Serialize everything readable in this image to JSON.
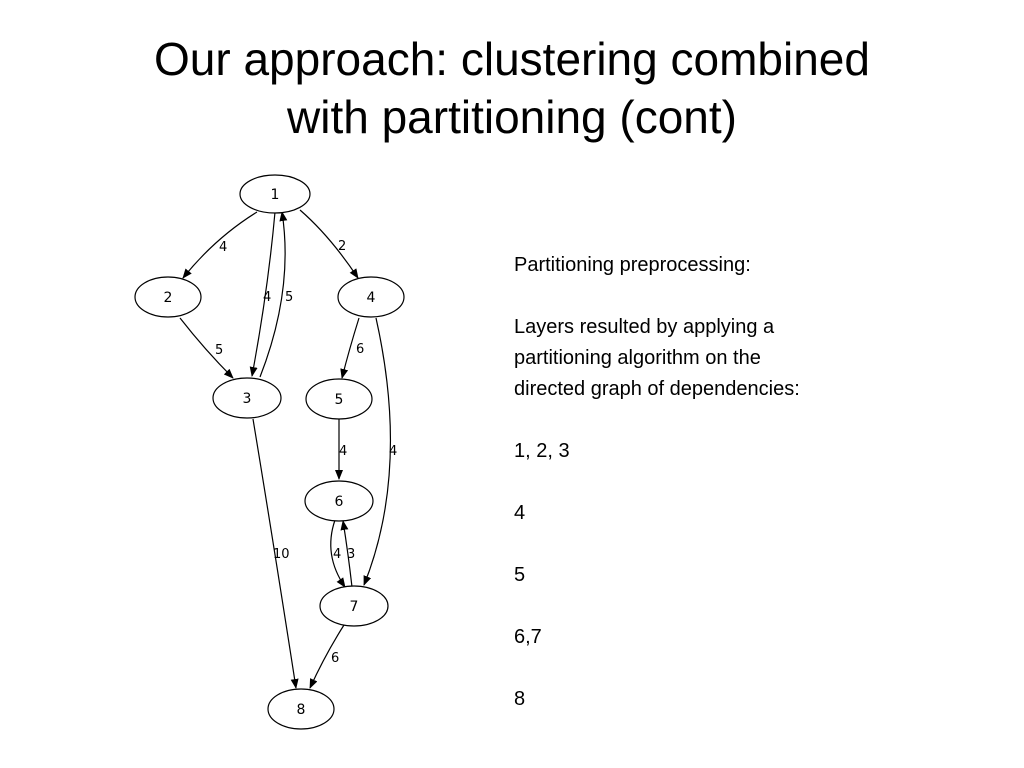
{
  "slide": {
    "title_line1": "Our approach: clustering combined",
    "title_line2": "with partitioning (cont)"
  },
  "graph": {
    "nodes": [
      {
        "id": "1",
        "label": "1"
      },
      {
        "id": "2",
        "label": "2"
      },
      {
        "id": "3",
        "label": "3"
      },
      {
        "id": "4",
        "label": "4"
      },
      {
        "id": "5",
        "label": "5"
      },
      {
        "id": "6",
        "label": "6"
      },
      {
        "id": "7",
        "label": "7"
      },
      {
        "id": "8",
        "label": "8"
      }
    ],
    "edges": [
      {
        "from": "1",
        "to": "2",
        "weight": "4"
      },
      {
        "from": "1",
        "to": "3",
        "weight": "4"
      },
      {
        "from": "3",
        "to": "1",
        "weight": "5"
      },
      {
        "from": "1",
        "to": "4",
        "weight": "2"
      },
      {
        "from": "2",
        "to": "3",
        "weight": "5"
      },
      {
        "from": "4",
        "to": "5",
        "weight": "6"
      },
      {
        "from": "4",
        "to": "7",
        "weight": "4"
      },
      {
        "from": "5",
        "to": "6",
        "weight": "4"
      },
      {
        "from": "6",
        "to": "7",
        "weight": "4"
      },
      {
        "from": "7",
        "to": "6",
        "weight": "3"
      },
      {
        "from": "3",
        "to": "8",
        "weight": "10"
      },
      {
        "from": "7",
        "to": "8",
        "weight": "6"
      }
    ]
  },
  "side": {
    "heading": "Partitioning preprocessing:",
    "description_line1": "Layers resulted by applying a",
    "description_line2": "partitioning algorithm on the",
    "description_line3": "directed graph of dependencies:",
    "layers": [
      "1, 2, 3",
      "4",
      "5",
      "6,7",
      "8"
    ]
  }
}
